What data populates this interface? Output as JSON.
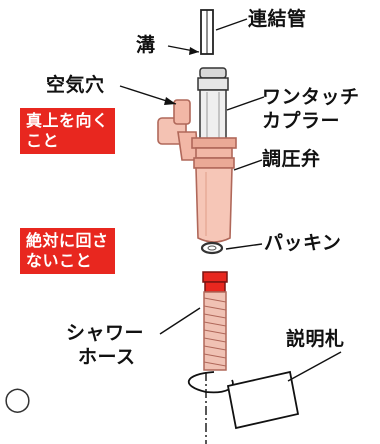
{
  "labels": {
    "groove": "溝",
    "connecting_pipe": "連結管",
    "air_hole": "空気穴",
    "one_touch_coupler_line1": "ワンタッチ",
    "one_touch_coupler_line2": "カプラー",
    "pressure_valve": "調圧弁",
    "packing": "パッキン",
    "shower_hose_line1": "シャワー",
    "shower_hose_line2": "ホース",
    "instruction_tag": "説明札"
  },
  "warnings": {
    "face_up_line1": "真上を向く",
    "face_up_line2": "こと",
    "do_not_rotate_line1": "絶対に回さ",
    "do_not_rotate_line2": "ないこと"
  },
  "marker": "◯",
  "colors": {
    "warning_red": "#e8271f",
    "valve_salmon": "#f2b7a6",
    "valve_outline": "#b0685a",
    "hose_salmon": "#f0c2b4",
    "metal_light": "#ececec"
  }
}
